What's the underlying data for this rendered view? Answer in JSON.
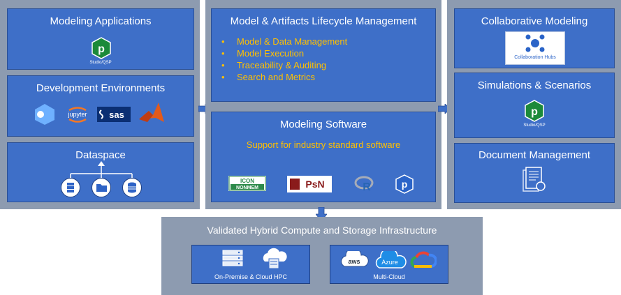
{
  "left": {
    "modeling_applications": {
      "title": "Modeling Applications",
      "logo_caption": "Studio/QSP"
    },
    "development_environments": {
      "title": "Development Environments",
      "logos": [
        "jupyter",
        "sas"
      ]
    },
    "dataspace": {
      "title": "Dataspace"
    }
  },
  "middle": {
    "lifecycle": {
      "title": "Model & Artifacts Lifecycle Management",
      "items": [
        "Model & Data Management",
        "Model Execution",
        "Traceability & Auditing",
        "Search and Metrics"
      ]
    },
    "software": {
      "title": "Modeling Software",
      "subtitle": "Support for industry standard software",
      "logos": [
        "ICON",
        "NONMEM",
        "PsN"
      ]
    }
  },
  "right": {
    "collaborative": {
      "title": "Collaborative Modeling",
      "hub_caption": "Collaboration Hubs"
    },
    "simulations": {
      "title": "Simulations & Scenarios",
      "logo_caption": "Studio/QSP"
    },
    "documents": {
      "title": "Document Management"
    }
  },
  "infrastructure": {
    "title": "Validated Hybrid Compute and Storage Infrastructure",
    "onprem_caption": "On-Premise & Cloud HPC",
    "cloud_caption": "Multi-Cloud",
    "cloud_logos": [
      "aws",
      "Azure"
    ]
  },
  "colors": {
    "panel": "#8d9bb0",
    "box": "#3e6fc8",
    "accent": "#ffc000"
  }
}
